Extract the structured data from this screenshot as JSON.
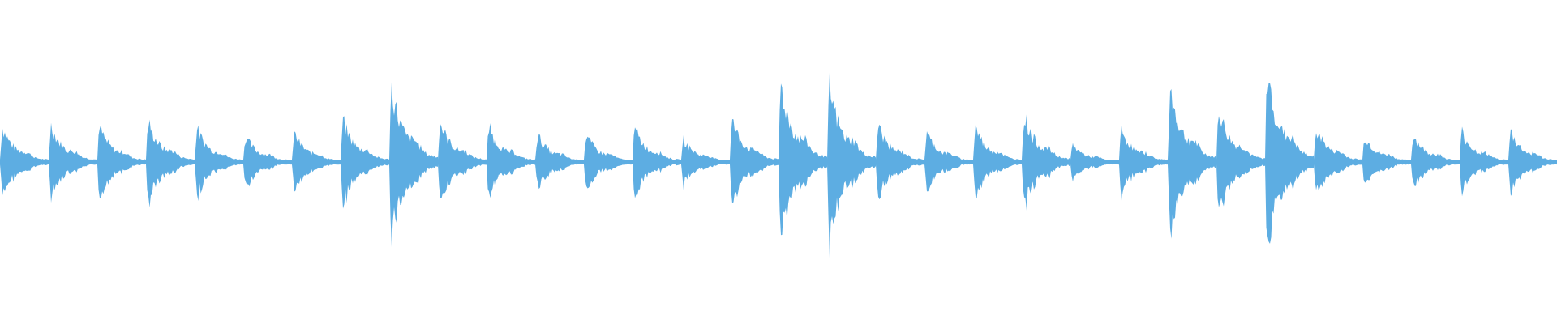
{
  "waveform": {
    "color": "#5dade2",
    "background": "#ffffff",
    "hits": [
      {
        "amp": 0.22
      },
      {
        "amp": 0.23
      },
      {
        "amp": 0.22
      },
      {
        "amp": 0.25
      },
      {
        "amp": 0.21
      },
      {
        "amp": 0.16
      },
      {
        "amp": 0.18
      },
      {
        "amp": 0.26
      },
      {
        "amp": 0.47
      },
      {
        "amp": 0.25
      },
      {
        "amp": 0.22
      },
      {
        "amp": 0.17
      },
      {
        "amp": 0.17
      },
      {
        "amp": 0.21
      },
      {
        "amp": 0.14
      },
      {
        "amp": 0.26
      },
      {
        "amp": 0.49
      },
      {
        "amp": 0.47
      },
      {
        "amp": 0.23
      },
      {
        "amp": 0.18
      },
      {
        "amp": 0.22
      },
      {
        "amp": 0.3
      },
      {
        "amp": 0.11
      },
      {
        "amp": 0.2
      },
      {
        "amp": 0.46
      },
      {
        "amp": 0.33
      },
      {
        "amp": 0.55
      },
      {
        "amp": 0.22
      },
      {
        "amp": 0.16
      },
      {
        "amp": 0.17
      },
      {
        "amp": 0.19
      },
      {
        "amp": 0.19
      }
    ]
  }
}
